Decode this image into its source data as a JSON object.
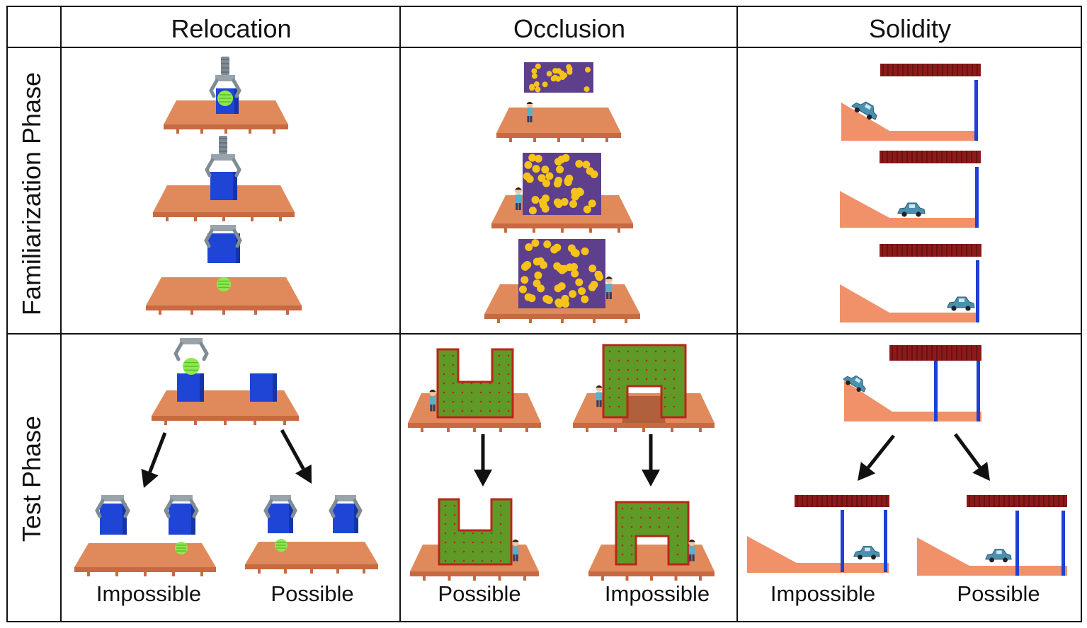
{
  "columns": [
    "Relocation",
    "Occlusion",
    "Solidity"
  ],
  "rows": [
    "Familiarization Phase",
    "Test Phase"
  ],
  "captions": {
    "relocation": [
      "Impossible",
      "Possible"
    ],
    "occlusion": [
      "Possible",
      "Impossible"
    ],
    "solidity": [
      "Impossible",
      "Possible"
    ]
  },
  "colors": {
    "table_top": "#e08a5c",
    "table_front": "#c76a42",
    "box": "#1f45d6",
    "ball": "#8ee84f",
    "claw": "#7f8c96",
    "purple_screen": "#5d3f8c",
    "dots": "#f6c31b",
    "green_screen": "#5f9a26",
    "screen_border": "#b8261a",
    "ramp": "#f0916a",
    "curtain": "#8b1a1a",
    "post": "#1f3fd6",
    "car": "#4a90b0"
  }
}
